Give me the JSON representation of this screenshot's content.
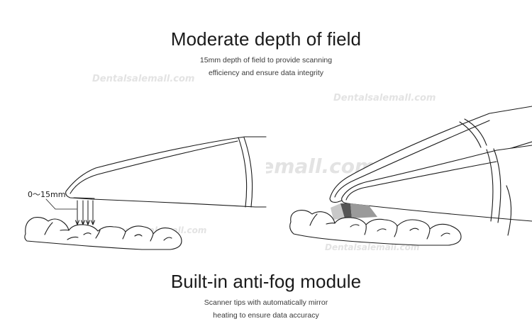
{
  "section_1": {
    "title": "Moderate depth of field",
    "caption_lines": [
      "15mm depth of field to provide scanning",
      "efficiency and ensure data integrity"
    ]
  },
  "section_2": {
    "title": "Built-in anti-fog module",
    "caption_lines": [
      "Scanner tips with automatically mirror",
      "heating to ensure data accuracy"
    ]
  },
  "diagram": {
    "depth_label": "0～15mm"
  },
  "watermark": {
    "text": "Dentalsalemall.com"
  },
  "colors": {
    "line": "#1a1a1a",
    "shade_dark": "#555555",
    "shade_mid": "#9a9a9a",
    "shade_light": "#c8c8c8"
  }
}
